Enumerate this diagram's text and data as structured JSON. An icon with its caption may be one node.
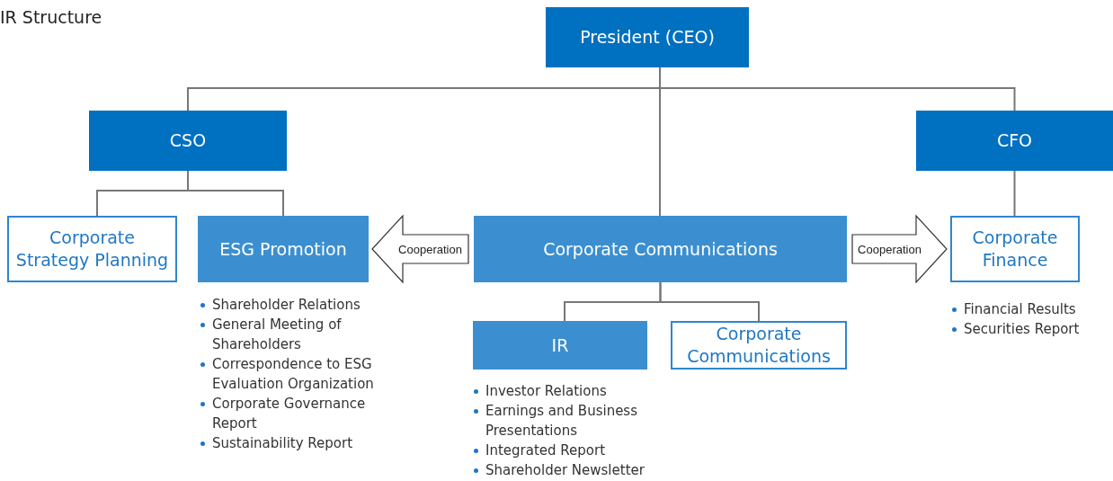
{
  "diagram": {
    "title": "IR Structure",
    "nodes": [
      {
        "text": [
          "President (CEO)"
        ]
      },
      {
        "text": [
          "CSO"
        ]
      },
      {
        "text": [
          "CFO"
        ]
      },
      {
        "text": [
          "Corporate Strategy Planning"
        ]
      },
      {
        "text": [
          "ESG Promotion"
        ],
        "beside": [
          "Shareholder Relations",
          "General Meeting of Shareholders",
          "Correspondence to ESG Evaluation Organization",
          "Corporate Governance Report",
          "Sustainability Report"
        ]
      },
      {
        "text": [
          "Corporate Communications"
        ]
      },
      {
        "text": [
          "Corporate Finance"
        ],
        "beside": [
          "Financial Results",
          "Securities Report"
        ]
      },
      {
        "text": [
          "IR"
        ],
        "beside": [
          "Investor Relations",
          "Earnings and Business Presentations",
          "Integrated Report",
          "Shareholder Newsletter"
        ]
      },
      {
        "text": [
          "Corporate Communications"
        ]
      }
    ],
    "edges": [
      {
        "from": 0,
        "to": 1,
        "arrow": "none"
      },
      {
        "from": 0,
        "to": 2,
        "arrow": "none"
      },
      {
        "from": 0,
        "to": 5,
        "arrow": "none"
      },
      {
        "from": 1,
        "to": 3,
        "arrow": "none"
      },
      {
        "from": 1,
        "to": 4,
        "arrow": "none"
      },
      {
        "from": 2,
        "to": 6,
        "arrow": "none"
      },
      {
        "from": 5,
        "to": 7,
        "arrow": "none"
      },
      {
        "from": 5,
        "to": 8,
        "arrow": "none"
      },
      {
        "from": 5,
        "to": 4,
        "arrow": "to",
        "label": "Cooperation",
        "style": "thick"
      },
      {
        "from": 5,
        "to": 6,
        "arrow": "to",
        "label": "Cooperation",
        "style": "thick"
      }
    ]
  }
}
